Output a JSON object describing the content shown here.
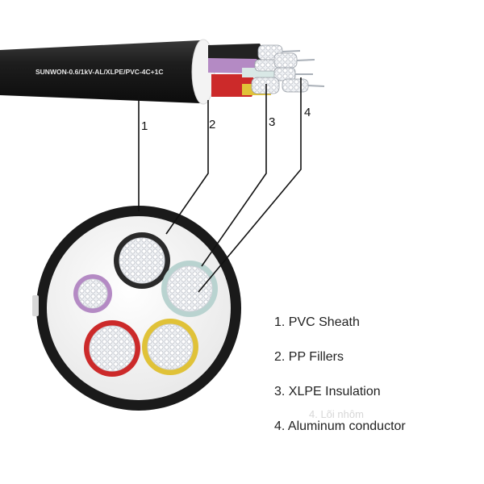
{
  "cable_print": "SUNWON-0.6/1kV-AL/XLPE/PVC-4C+1C",
  "callouts": [
    "1",
    "2",
    "3",
    "4"
  ],
  "legend": [
    "1. PVC Sheath",
    "2. PP Fillers",
    "3. XLPE Insulation",
    "4. Aluminum conductor"
  ],
  "watermark": "4. Lõi nhôm",
  "colors": {
    "sheath": "#1b1b1b",
    "filler": "#f2f2f2",
    "core_black": "#2a2a2a",
    "core_grey": "#b9d3d0",
    "core_red": "#cc2a2a",
    "core_yellow": "#e0c238",
    "core_purple": "#b48ac4",
    "conductor": "#e8eaee"
  }
}
